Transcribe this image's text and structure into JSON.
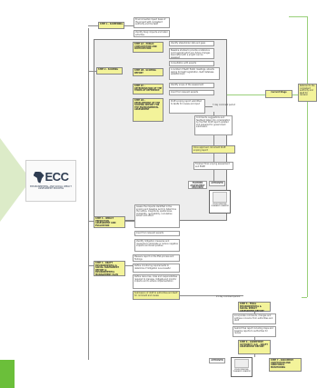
{
  "logo": {
    "text": "ECC",
    "subtitle": "ENVIRONMENTAL AND SOCIAL IMPACT ASSESSMENT PROCESS"
  },
  "steps": {
    "s1": "STEP 1 - SCREENING",
    "s2": "STEP 2 - SCOPING",
    "s2a": "STEP 2A - PUBLIC CONSULTATION AND PARTICIPATION",
    "s2b": "STEP 2B - SCOPING REPORT",
    "s2c": "STEP 2C - DETERMINATION OF THE TERMS OF REFERENCE",
    "s2d": "STEP 2D - DEVELOPMENT OF THE SCOPING REPORT FOR THE ENVIRONMENTAL ASSESSMENT",
    "s3": "STEP 3 - IMPACT PREDICTION, ASSESSMENT AND EVALUATION",
    "s4": "STEP 4 - DRAFT ENVIRONMENTAL & SOCIAL ASSESSMENT REPORT & ENVIRONMENTAL MANAGEMENT PLAN",
    "s5": "STEP 5 - FINAL ENVIRONMENTAL & SOCIAL IMPACT ASSESSMENT REPORT",
    "s6": "STEP 6 - COMPETENT AUTHORITY (CA) - DRAFT ASSESSMENT REPORT",
    "s7": "STEP 7 - DOCUMENT ADAPTATION AND ADDITIONAL MONITORING"
  },
  "texts": {
    "screening_1": "Environmental impact basis of the project with competent authority and the I&AP",
    "screening_2": "Identify likely impacts and listed activities",
    "scop_a1": "Identify stakeholder data and gaps",
    "scop_a2": "Baseline studies to provide a reference point against which any future changes associated with a project can be assessed",
    "scop_a3": "Consultation with experts",
    "scop_b1": "A number of I&AP, Public meetings, adverts asking for I&AP registration, I&AP database establishment",
    "scop_c1": "Identify scope of the assessment",
    "scop_c2": "Input from relevant experts",
    "scop_d1": "Draft scoping report submitted to I&APs for review and input",
    "scop_d2": "7-day comment period",
    "scop_d3": "Comments, suggestions and feedback taken into consideration by the EAP. Draft report updated and prepared for government submission",
    "scop_d4": "Once approved, document Draft scoping report",
    "scop_d5": "Finalised final scoping assessment and ESMP",
    "further": "FURTHER ASSESSMENT REQUIRED",
    "approved": "APPROVED",
    "env_clear": "ENVIRONMENTAL CLEARANCE GRANTED",
    "impact_1": "Assess the impacts identified in the scoping and baseline work to determine the nature, magnitude, spatial area, probability, reversibility, cumulative extent and effect",
    "impact_2": "Input from relevant experts",
    "impact_3": "Identify mitigation measures and measures to eliminate or reduce negative impacts and boost positive",
    "draft_1": "Measure report on the ESA process and findings",
    "draft_2": "Define monitoring requirements to determine if mitigation is successful",
    "draft_3": "Define resources, roles and responsibilities required to manage, mitigate and monitor impacts and to ensure implementation",
    "draft_4": "Submission of draft to authorities and I&AP for comment and review",
    "comment_period": "21 day comment period",
    "final_1": "Incorporate comments, changes and address concerns from authorities and I&AP",
    "final_2": "Submit final report including maps and baseline reports to authorities for review",
    "current_stage": "Current Stage",
    "right_note": "Referred to the competent authority and I&AP for decision",
    "approved_2": "APPROVED",
    "env_clear_2": "ENVIRONMENTAL CLEARANCE GRANTED"
  },
  "colors": {
    "step_fill": "#f3f39a",
    "panel_grey": "#ededed",
    "accent_green": "#6bbf3a",
    "arrow_green": "#dcebc8"
  }
}
